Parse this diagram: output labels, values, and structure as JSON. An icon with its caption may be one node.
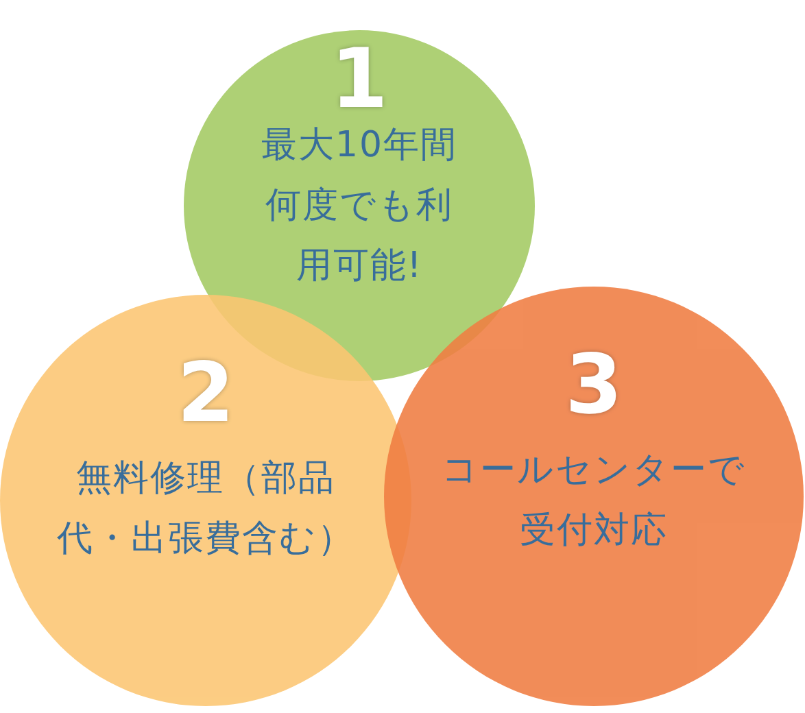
{
  "diagram": {
    "nodes": [
      {
        "text": [
          "1",
          "最大10年間何度でも利用可能!"
        ]
      },
      {
        "text": [
          "2",
          "無料修理（部品代・出張費含む）"
        ]
      },
      {
        "text": [
          "3",
          "コールセンターで受付対応"
        ]
      }
    ]
  }
}
